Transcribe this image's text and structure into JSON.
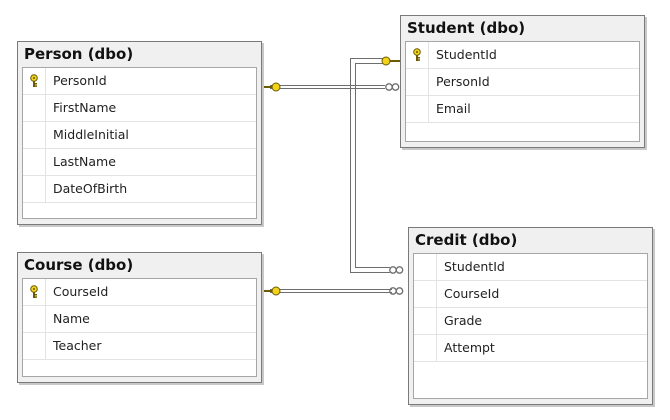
{
  "tables": {
    "person": {
      "title": "Person (dbo)",
      "columns": [
        "PersonId",
        "FirstName",
        "MiddleInitial",
        "LastName",
        "DateOfBirth"
      ],
      "primary_key": "PersonId"
    },
    "student": {
      "title": "Student (dbo)",
      "columns": [
        "StudentId",
        "PersonId",
        "Email"
      ],
      "primary_key": "StudentId"
    },
    "course": {
      "title": "Course (dbo)",
      "columns": [
        "CourseId",
        "Name",
        "Teacher"
      ],
      "primary_key": "CourseId"
    },
    "credit": {
      "title": "Credit (dbo)",
      "columns": [
        "StudentId",
        "CourseId",
        "Grade",
        "Attempt"
      ],
      "primary_key": ""
    }
  },
  "relationships": [
    {
      "from": "Person.PersonId",
      "to": "Student.PersonId",
      "one_end": "key",
      "many_end": "infinity"
    },
    {
      "from": "Student.StudentId",
      "to": "Credit.StudentId",
      "one_end": "key",
      "many_end": "infinity"
    },
    {
      "from": "Course.CourseId",
      "to": "Credit.CourseId",
      "one_end": "key",
      "many_end": "infinity"
    }
  ],
  "colors": {
    "key_icon": "#f2d31b",
    "connector": "#6e6e6e"
  }
}
